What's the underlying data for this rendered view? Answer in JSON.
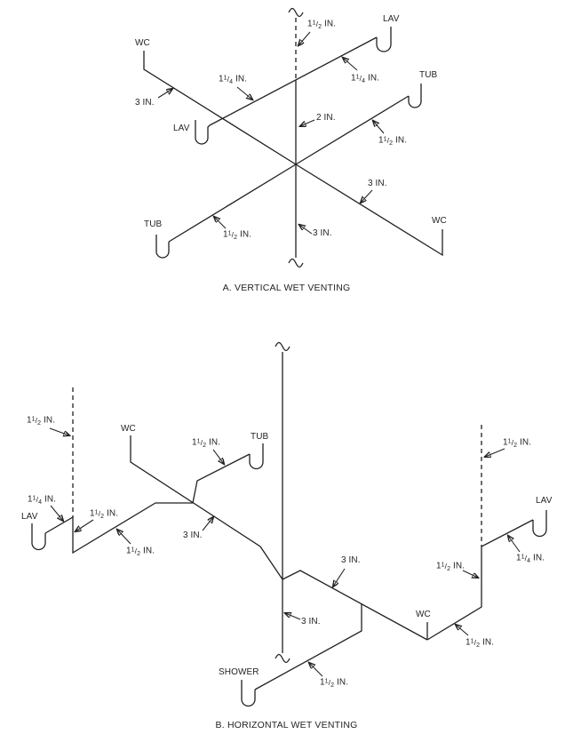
{
  "page": {
    "background": "#ffffff",
    "line_color": "#231f20"
  },
  "diagram_a": {
    "caption": "A. VERTICAL WET VENTING",
    "fixtures": {
      "wc_top_left": "WC",
      "lav_top_right": "LAV",
      "lav_left": "LAV",
      "tub_right": "TUB",
      "tub_bottom_left": "TUB",
      "wc_bottom_right": "WC"
    },
    "dims": {
      "stack_vent": "1½ IN.",
      "lav_branch_left": "1¼ IN.",
      "lav_branch_right": "1¼ IN.",
      "wc_upper_drain": "3 IN.",
      "stack_upper": "2 IN.",
      "tub_right_drain": "1½ IN.",
      "wc_lower_drain": "3 IN.",
      "tub_left_drain": "1½ IN.",
      "stack_lower": "3 IN."
    }
  },
  "diagram_b": {
    "caption": "B. HORIZONTAL WET VENTING",
    "fixtures": {
      "lav_left": "LAV",
      "wc_left": "WC",
      "tub": "TUB",
      "shower": "SHOWER",
      "wc_right": "WC",
      "lav_right": "LAV"
    },
    "dims": {
      "vent_left": "1½ IN.",
      "lav_left_drain": "1¼ IN.",
      "wet_vent_left": "1½ IN.",
      "branch_left": "1½ IN.",
      "tub_drain": "1½ IN.",
      "branch_left_3in": "3 IN.",
      "branch_right_3in": "3 IN.",
      "stack_lower": "3 IN.",
      "shower_drain": "1½ IN.",
      "wc_right_branch": "1½ IN.",
      "wet_vent_right": "1½ IN.",
      "vent_right": "1½ IN.",
      "lav_right_drain": "1¼ IN."
    }
  }
}
